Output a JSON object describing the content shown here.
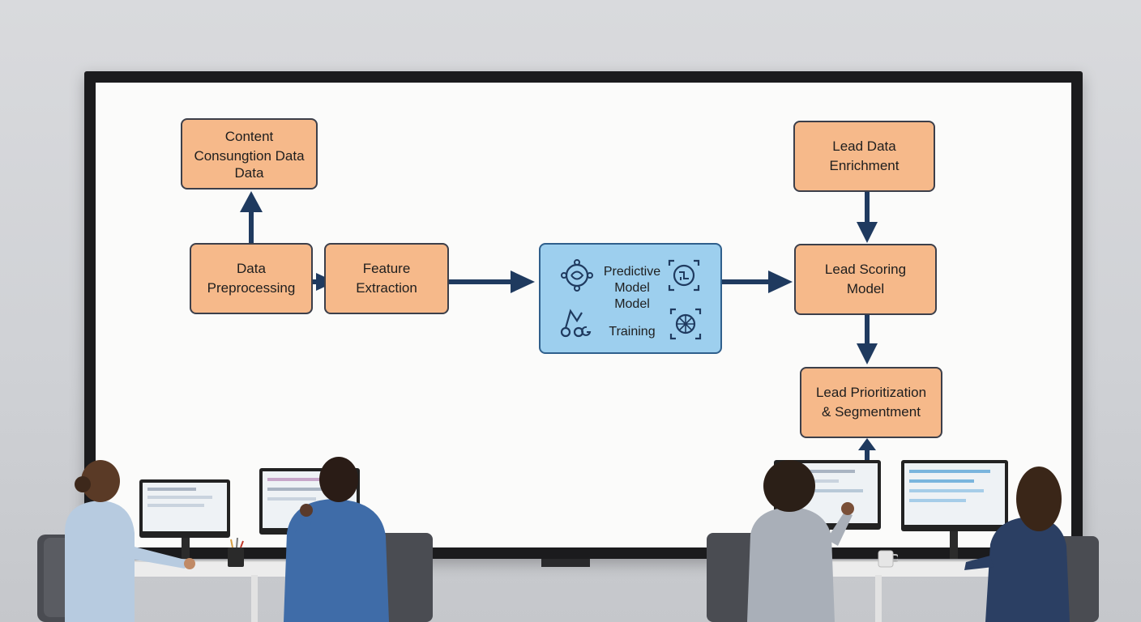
{
  "diagram": {
    "nodes": {
      "content": [
        "Content",
        "Consungtion Data",
        "Data"
      ],
      "preprocessing": [
        "Data",
        "Preprocessing"
      ],
      "feature": [
        "Feature",
        "Extraction"
      ],
      "predictive": [
        "Predictive",
        "Model",
        "Model",
        "Training"
      ],
      "enrichment": [
        "Lead Data",
        "Enrichment"
      ],
      "scoring": [
        "Lead Scoring",
        "Model"
      ],
      "prioritization": [
        "Lead Prioritization",
        "& Segmentment"
      ]
    },
    "icons": [
      "neural-network-icon",
      "brain-circuit-icon",
      "robot-arm-icon",
      "gear-circuit-icon"
    ]
  },
  "colors": {
    "node_fill": "#f6b98a",
    "model_fill": "#9dcfee",
    "arrow": "#1f3a5f"
  }
}
